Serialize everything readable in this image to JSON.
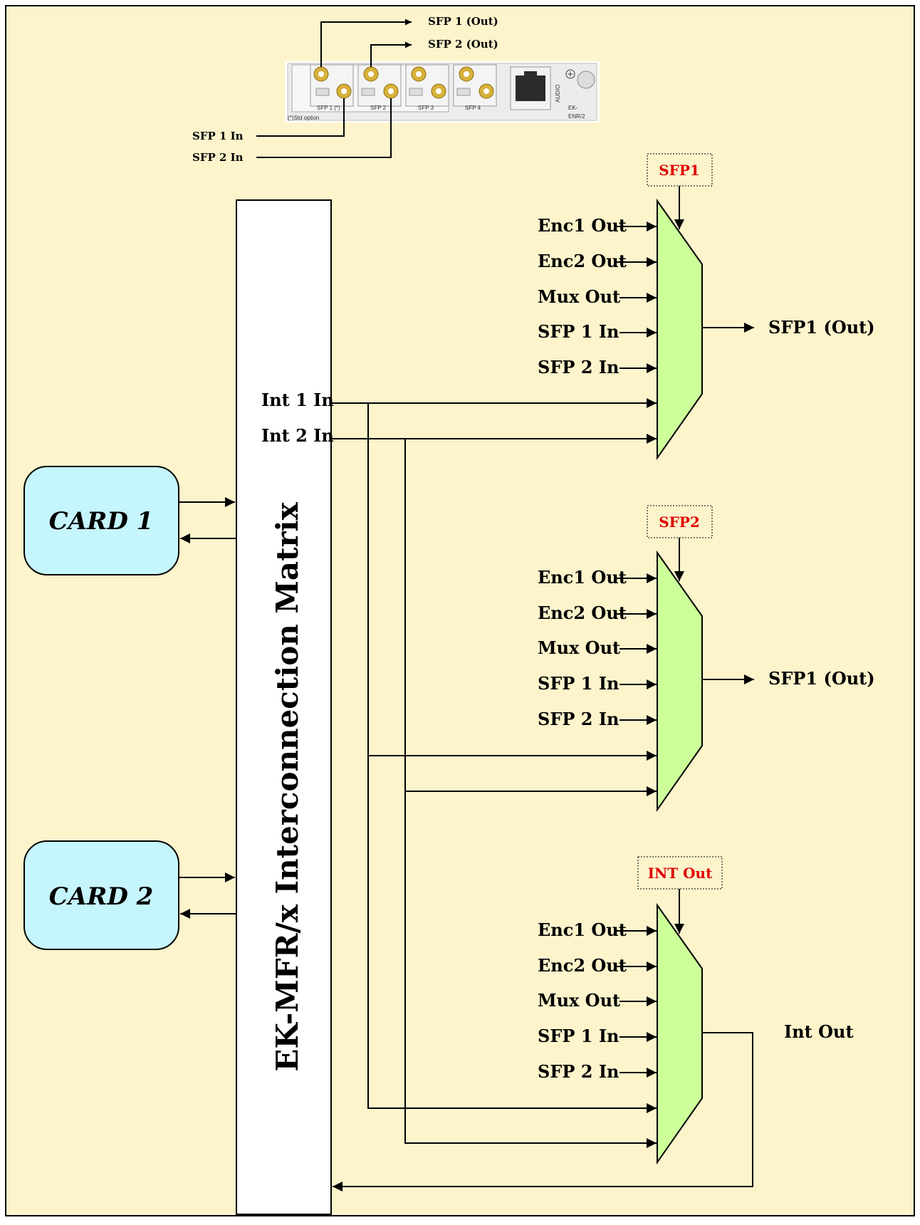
{
  "panel": {
    "out_labels": [
      "SFP 1 (Out)",
      "SFP 2 (Out)"
    ],
    "in_labels": [
      "SFP 1 In",
      "SFP 2 In"
    ],
    "port_labels": [
      "SFP 1 (*)",
      "SFP 2",
      "SFP 3",
      "SFP 4"
    ],
    "option_note": "(*)Std option",
    "audio_label": "AUDIO",
    "model_line1": "EK-",
    "model_line2": "ENR/2"
  },
  "matrix": {
    "label": "EK-MFR/x Interconnection Matrix"
  },
  "cards": [
    {
      "label": "CARD 1"
    },
    {
      "label": "CARD 2"
    }
  ],
  "int_inputs": [
    "Int 1 In",
    "Int 2 In"
  ],
  "muxes": [
    {
      "selector": "SFP1",
      "inputs": [
        "Enc1 Out",
        "Enc2 Out",
        "Mux Out",
        "SFP 1 In",
        "SFP 2 In"
      ],
      "output": "SFP1 (Out)"
    },
    {
      "selector": "SFP2",
      "inputs": [
        "Enc1 Out",
        "Enc2 Out",
        "Mux Out",
        "SFP 1 In",
        "SFP 2 In"
      ],
      "output": "SFP1 (Out)"
    },
    {
      "selector": "INT Out",
      "inputs": [
        "Enc1 Out",
        "Enc2 Out",
        "Mux Out",
        "SFP 1 In",
        "SFP 2 In"
      ],
      "output": "Int Out"
    }
  ],
  "colors": {
    "background": "#fdf4cc",
    "mux_fill": "#ccff99",
    "card_fill": "#c6f6fd",
    "selector_text": "#e00000"
  }
}
